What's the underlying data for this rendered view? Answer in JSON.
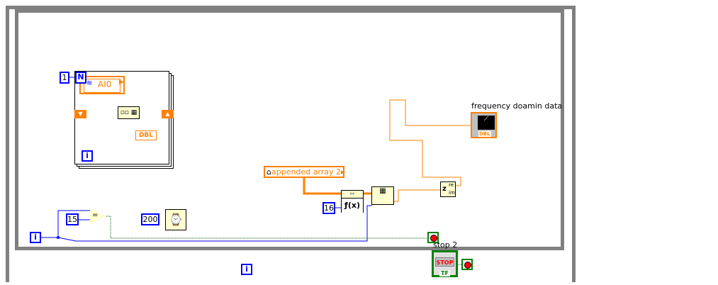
{
  "constants": {
    "n_count": "1",
    "compare_value": "15",
    "wait_ms": "200",
    "fft_size": "16"
  },
  "terminals": {
    "count_terminal": "N",
    "iteration_inner": "i",
    "iteration_sequence": "i",
    "iteration_outer": "i",
    "daq_label": "AI0",
    "dbl_indicator": "DBL",
    "graph_type": "DBL",
    "tf": "TF"
  },
  "local_variable": {
    "label": "appended array 2"
  },
  "graph": {
    "label": "frequency doamin data"
  },
  "stop_button": {
    "label": "stop 2",
    "text": "STOP"
  },
  "functions": {
    "fx": "ƒ(x)",
    "complex_z": "z",
    "complex_re": "re",
    "complex_im": "im",
    "equal": "="
  },
  "colors": {
    "loop_border": "#808080",
    "wire_orange": "#ff8000",
    "wire_blue": "#0000ff",
    "stop_red": "#ff0000",
    "bool_green": "#008000"
  }
}
